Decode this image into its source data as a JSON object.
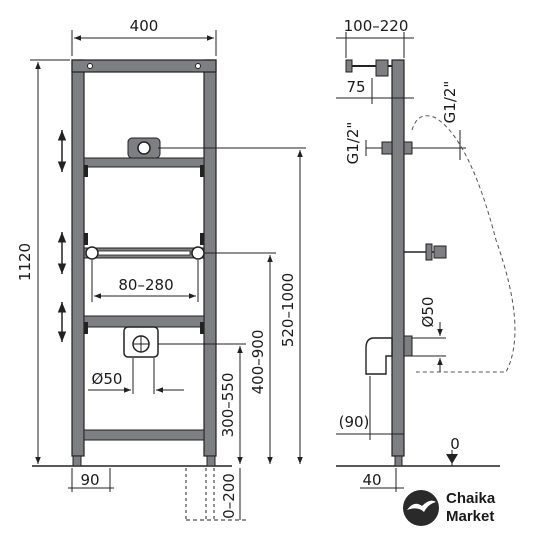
{
  "front_view": {
    "width_label": "400",
    "height_label": "1120",
    "bottom_label": "90",
    "slot_label": "80–280",
    "drain_label": "Ø50",
    "dim_300_550": "300–550",
    "dim_400_900": "400–900",
    "dim_520_1000": "520–1000",
    "dim_0_200": "0–200"
  },
  "side_view": {
    "top_label": "100–220",
    "offset_label": "75",
    "inlet_left_label": "G1/2\"",
    "inlet_right_label": "G1/2\"",
    "drain_label": "Ø50",
    "depth_label": "(90)",
    "floor_label": "0",
    "foot_label": "40"
  },
  "brand": {
    "line1": "Chaika",
    "line2": "Market"
  },
  "colors": {
    "frame_fill": "#7d7f82",
    "frame_stroke": "#222222",
    "dim_line": "#222222",
    "dashed": "#555555",
    "logo": "#2a2a2a"
  }
}
